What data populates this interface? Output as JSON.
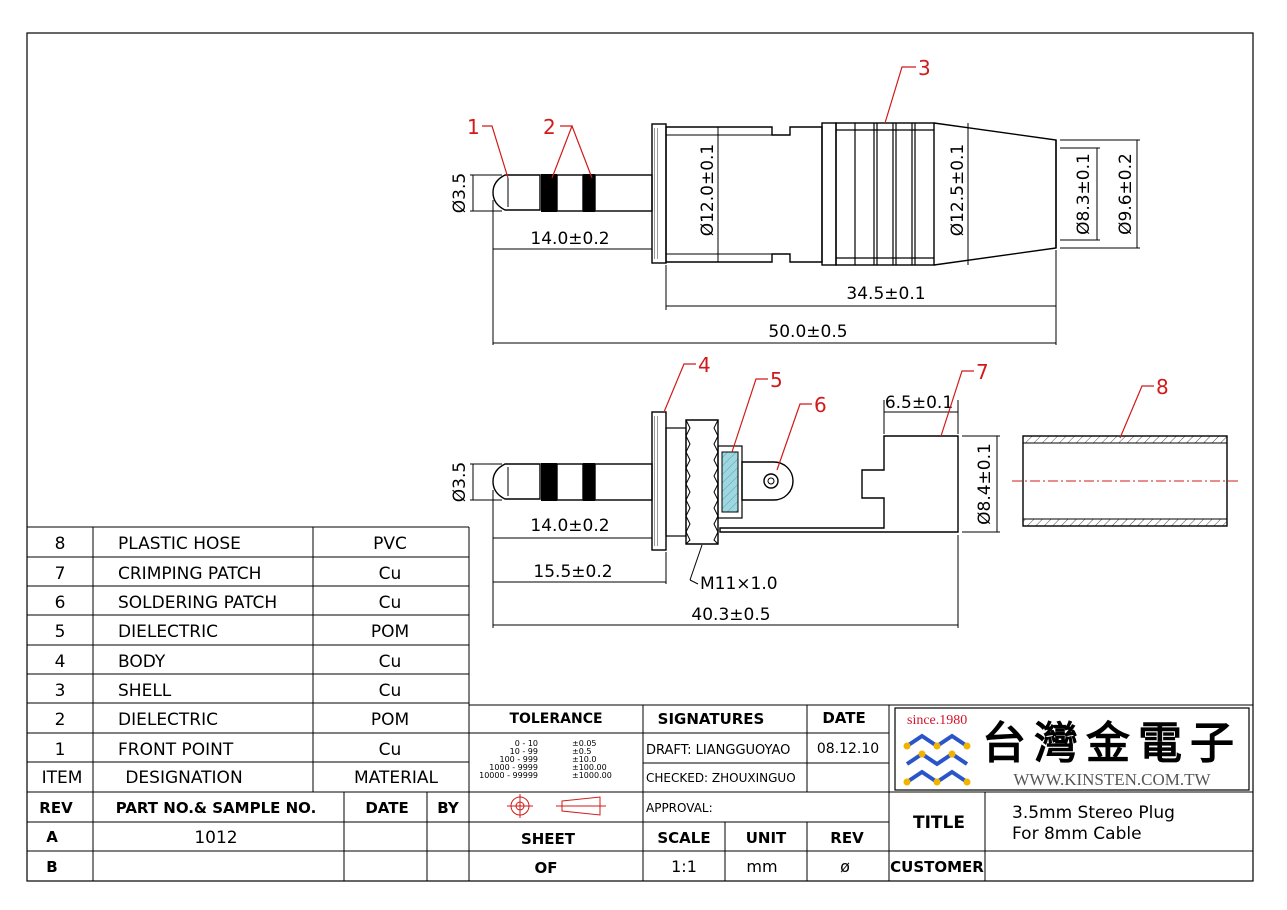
{
  "colors": {
    "leader": "#d21a1a",
    "logo_blue": "#2a55c8",
    "logo_gold": "#f0b400",
    "logo_red": "#d4142a",
    "dielectric": "#9fd7e0"
  },
  "drawing": {
    "callouts": [
      "1",
      "2",
      "3",
      "4",
      "5",
      "6",
      "7",
      "8"
    ],
    "dims": {
      "d35_top": "Ø3.5",
      "l14_top": "14.0±0.2",
      "d120": "Ø12.0±0.1",
      "d125": "Ø12.5±0.1",
      "d83": "Ø8.3±0.1",
      "d96": "Ø9.6±0.2",
      "l345": "34.5±0.1",
      "l500": "50.0±0.5",
      "d35_bot": "Ø3.5",
      "l14_bot": "14.0±0.2",
      "l155": "15.5±0.2",
      "m11": "M11×1.0",
      "l403": "40.3±0.5",
      "l65": "6.5±0.1",
      "d84": "Ø8.4±0.1"
    }
  },
  "bom": {
    "header": {
      "item": "ITEM",
      "designation": "DESIGNATION",
      "material": "MATERIAL"
    },
    "rows": [
      {
        "item": "8",
        "designation": "PLASTIC  HOSE",
        "material": "PVC"
      },
      {
        "item": "7",
        "designation": "CRIMPING  PATCH",
        "material": "Cu"
      },
      {
        "item": "6",
        "designation": "SOLDERING  PATCH",
        "material": "Cu"
      },
      {
        "item": "5",
        "designation": "DIELECTRIC",
        "material": "POM"
      },
      {
        "item": "4",
        "designation": "BODY",
        "material": "Cu"
      },
      {
        "item": "3",
        "designation": "SHELL",
        "material": "Cu"
      },
      {
        "item": "2",
        "designation": "DIELECTRIC",
        "material": "POM"
      },
      {
        "item": "1",
        "designation": "FRONT  POINT",
        "material": "Cu"
      }
    ]
  },
  "revision": {
    "header": {
      "rev": "REV",
      "part": "PART NO.& SAMPLE NO.",
      "date": "DATE",
      "by": "BY"
    },
    "rows": [
      {
        "rev": "A",
        "part": "1012",
        "date": "",
        "by": ""
      },
      {
        "rev": "B",
        "part": "",
        "date": "",
        "by": ""
      }
    ]
  },
  "tolerance": {
    "title": "TOLERANCE",
    "ranges": [
      "0  -  10",
      "10  -  99",
      "100  -  999",
      "1000  -  9999",
      "10000  -  99999"
    ],
    "values": [
      "±0.05",
      "±0.5",
      "±10.0",
      "±100.00",
      "±1000.00"
    ]
  },
  "signatures": {
    "title": "SIGNATURES",
    "date_title": "DATE",
    "draft": "DRAFT: LIANGGUOYAO",
    "draft_date": "08.12.10",
    "checked": "CHECKED: ZHOUXINGUO",
    "approval": "APPROVAL:"
  },
  "sheet_info": {
    "sheet": "SHEET",
    "of": "OF",
    "scale_label": "SCALE",
    "scale": "1:1",
    "unit_label": "UNIT",
    "unit": "mm",
    "rev_label": "REV",
    "rev": "ø"
  },
  "logo": {
    "since": "since.1980",
    "chinese": "台灣金電子",
    "url": "WWW.KINSTEN.COM.TW"
  },
  "title_block": {
    "title_label": "TITLE",
    "title_line1": "3.5mm  Stereo  Plug",
    "title_line2": "For  8mm  Cable",
    "customer_label": "CUSTOMER",
    "customer": ""
  }
}
